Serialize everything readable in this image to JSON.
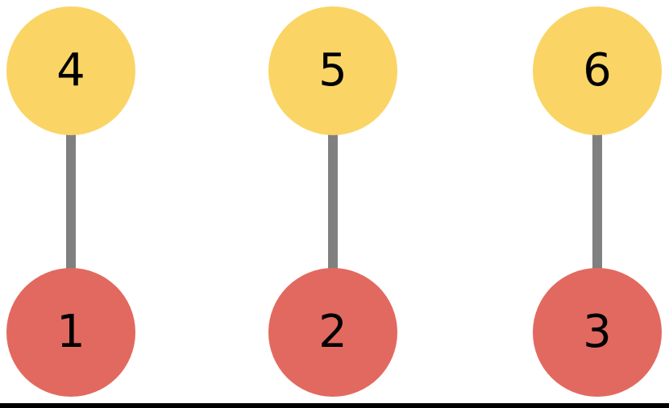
{
  "graph": {
    "type": "node-link-diagram",
    "nodes": [
      {
        "id": "4",
        "label": "4",
        "row": "top",
        "column": "left",
        "color": "#FAD565"
      },
      {
        "id": "5",
        "label": "5",
        "row": "top",
        "column": "center",
        "color": "#FAD565"
      },
      {
        "id": "6",
        "label": "6",
        "row": "top",
        "column": "right",
        "color": "#FAD565"
      },
      {
        "id": "1",
        "label": "1",
        "row": "bottom",
        "column": "left",
        "color": "#E2695F"
      },
      {
        "id": "2",
        "label": "2",
        "row": "bottom",
        "column": "center",
        "color": "#E2695F"
      },
      {
        "id": "3",
        "label": "3",
        "row": "bottom",
        "column": "right",
        "color": "#E2695F"
      }
    ],
    "edges": [
      {
        "from": "4",
        "to": "1"
      },
      {
        "from": "5",
        "to": "2"
      },
      {
        "from": "6",
        "to": "3"
      }
    ],
    "colors": {
      "top_node": "#FAD565",
      "bottom_node": "#E2695F",
      "edge": "#808080",
      "baseline": "#000000",
      "label": "#000000",
      "background": "#FFFFFF"
    }
  }
}
